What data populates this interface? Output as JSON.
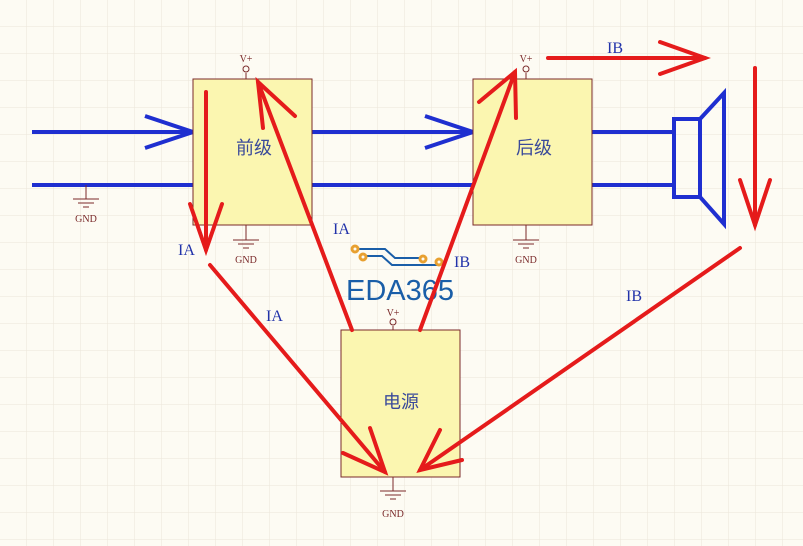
{
  "blocks": {
    "pre": "前级",
    "post": "后级",
    "power": "电源"
  },
  "pins": {
    "vplus": "V+",
    "gnd": "GND"
  },
  "currents": {
    "ia": "IA",
    "ib": "IB"
  },
  "logo": "EDA365",
  "colors": {
    "wire": "#1f2fd0",
    "current": "#e51b1b",
    "block": "#fbf6b0",
    "block_border": "#7a2a2a",
    "logo": "#1a5ea8"
  }
}
